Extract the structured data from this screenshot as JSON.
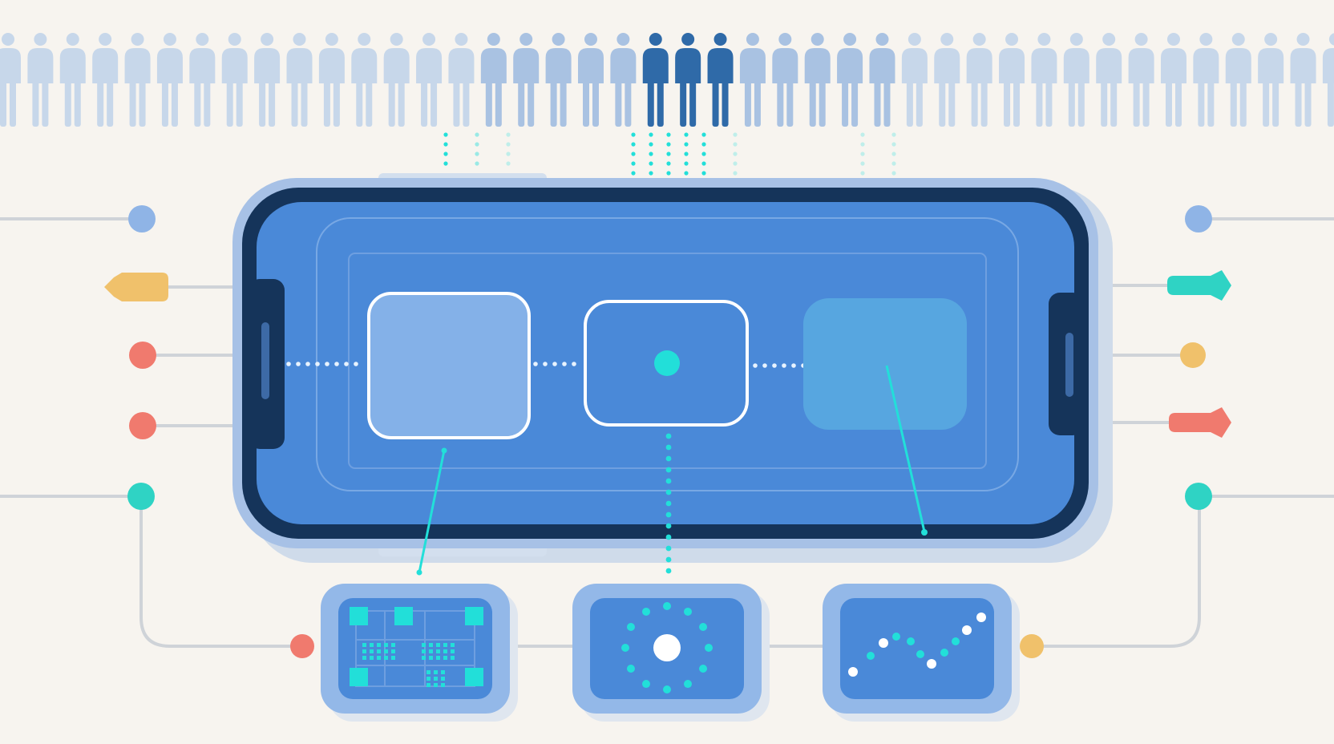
{
  "colors": {
    "background": "#f7f4ef",
    "crowd": "#c7d7ea",
    "crowd_near": "#a9c2e2",
    "crowd_highlight": "#2f6aa8",
    "phone_frame": "#15345a",
    "phone_outer": "#a7c1e6",
    "phone_screen": "#4a89d8",
    "card_light": "#84b1e8",
    "card_teal": "#57a6e0",
    "module_outer": "#93b8e8",
    "module_inner": "#4a89d8",
    "accent_teal": "#22dfd9",
    "connector": "#cfd3d8",
    "dot_blue": "#8fb4e6",
    "dot_yellow": "#f0c16b",
    "dot_red": "#f07a6e",
    "dot_green": "#2fd3c4"
  },
  "icons": {
    "crowd": "person-icon",
    "left_side": [
      "circle-node-icon",
      "arrow-left-icon",
      "circle-node-icon",
      "circle-node-icon",
      "circle-node-icon"
    ],
    "right_side": [
      "circle-node-icon",
      "arrow-right-icon",
      "circle-node-icon",
      "arrow-right-icon",
      "circle-node-icon"
    ],
    "modules": [
      "grid-dashboard-icon",
      "radial-cluster-icon",
      "line-trend-icon"
    ]
  },
  "crowd": {
    "count": 42,
    "highlighted": [
      20,
      21,
      22
    ]
  }
}
